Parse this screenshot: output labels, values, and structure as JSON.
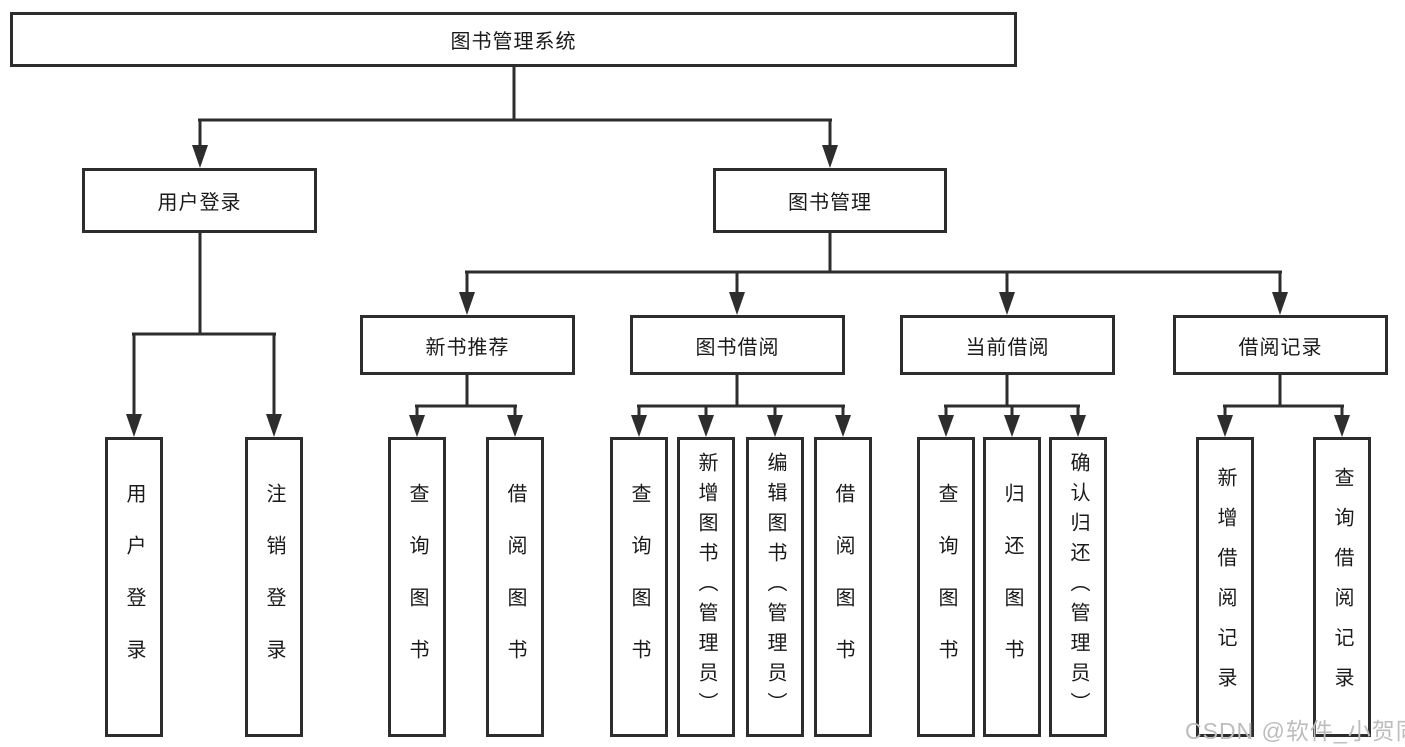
{
  "diagram": {
    "root": {
      "label": "图书管理系统"
    },
    "branches": [
      {
        "label": "用户登录",
        "children": [
          {
            "label": "用户登录"
          },
          {
            "label": "注销登录"
          }
        ]
      },
      {
        "label": "图书管理",
        "children": [
          {
            "label": "新书推荐",
            "children": [
              {
                "label": "查询图书"
              },
              {
                "label": "借阅图书"
              }
            ]
          },
          {
            "label": "图书借阅",
            "children": [
              {
                "label": "查询图书"
              },
              {
                "label": "新增图书（管理员）"
              },
              {
                "label": "编辑图书（管理员）"
              },
              {
                "label": "借阅图书"
              }
            ]
          },
          {
            "label": "当前借阅",
            "children": [
              {
                "label": "查询图书"
              },
              {
                "label": "归还图书"
              },
              {
                "label": "确认归还（管理员）"
              }
            ]
          },
          {
            "label": "借阅记录",
            "children": [
              {
                "label": "新增借阅记录"
              },
              {
                "label": "查询借阅记录"
              }
            ]
          }
        ]
      }
    ]
  },
  "watermark": "CSDN @软件_小贺同学",
  "colors": {
    "line": "#2d2d2d",
    "text": "#1a1a1a",
    "watermark": "#bdbdbd",
    "background": "#ffffff"
  }
}
